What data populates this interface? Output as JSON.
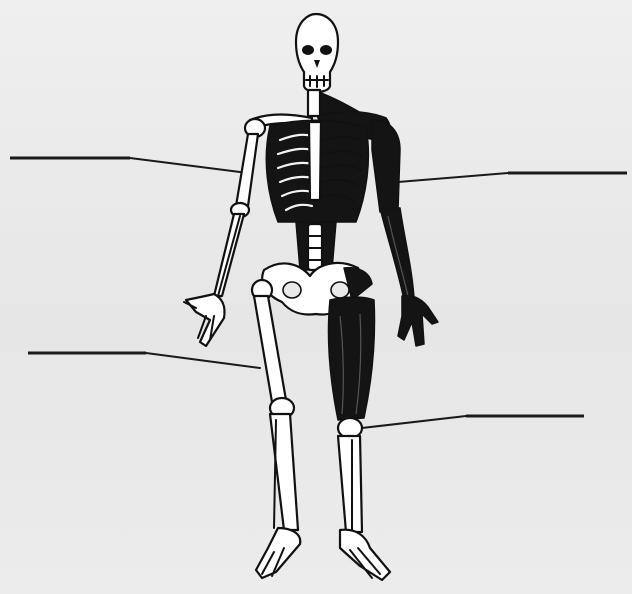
{
  "diagram": {
    "labels": [
      {
        "id": "upper-left",
        "text": ""
      },
      {
        "id": "upper-right",
        "text": ""
      },
      {
        "id": "lower-left",
        "text": ""
      },
      {
        "id": "lower-right",
        "text": ""
      }
    ]
  }
}
